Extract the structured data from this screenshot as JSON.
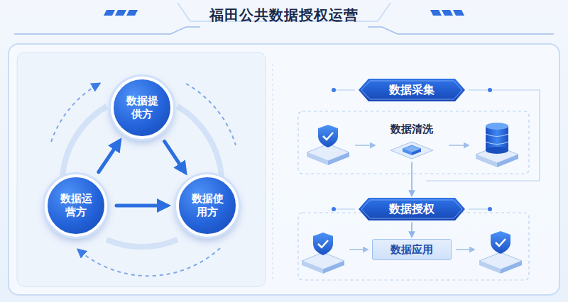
{
  "diagram": {
    "title": "福田公共数据授权运营",
    "nodes": [
      {
        "text": [
          "数据提供方"
        ]
      },
      {
        "text": [
          "数据运营方"
        ]
      },
      {
        "text": [
          "数据使用方"
        ]
      },
      {
        "text": [
          "数据采集"
        ]
      },
      {
        "text": [
          "数据清洗"
        ]
      },
      {
        "text": [
          "数据授权"
        ]
      },
      {
        "text": [
          "数据应用"
        ]
      }
    ],
    "edges": [
      {
        "from": 1,
        "to": 0,
        "arrow": "to"
      },
      {
        "from": 0,
        "to": 2,
        "arrow": "to"
      },
      {
        "from": 1,
        "to": 2,
        "arrow": "to"
      },
      {
        "from": 4,
        "to": 5,
        "arrow": "to"
      },
      {
        "from": 5,
        "to": 6,
        "arrow": "to"
      }
    ]
  }
}
